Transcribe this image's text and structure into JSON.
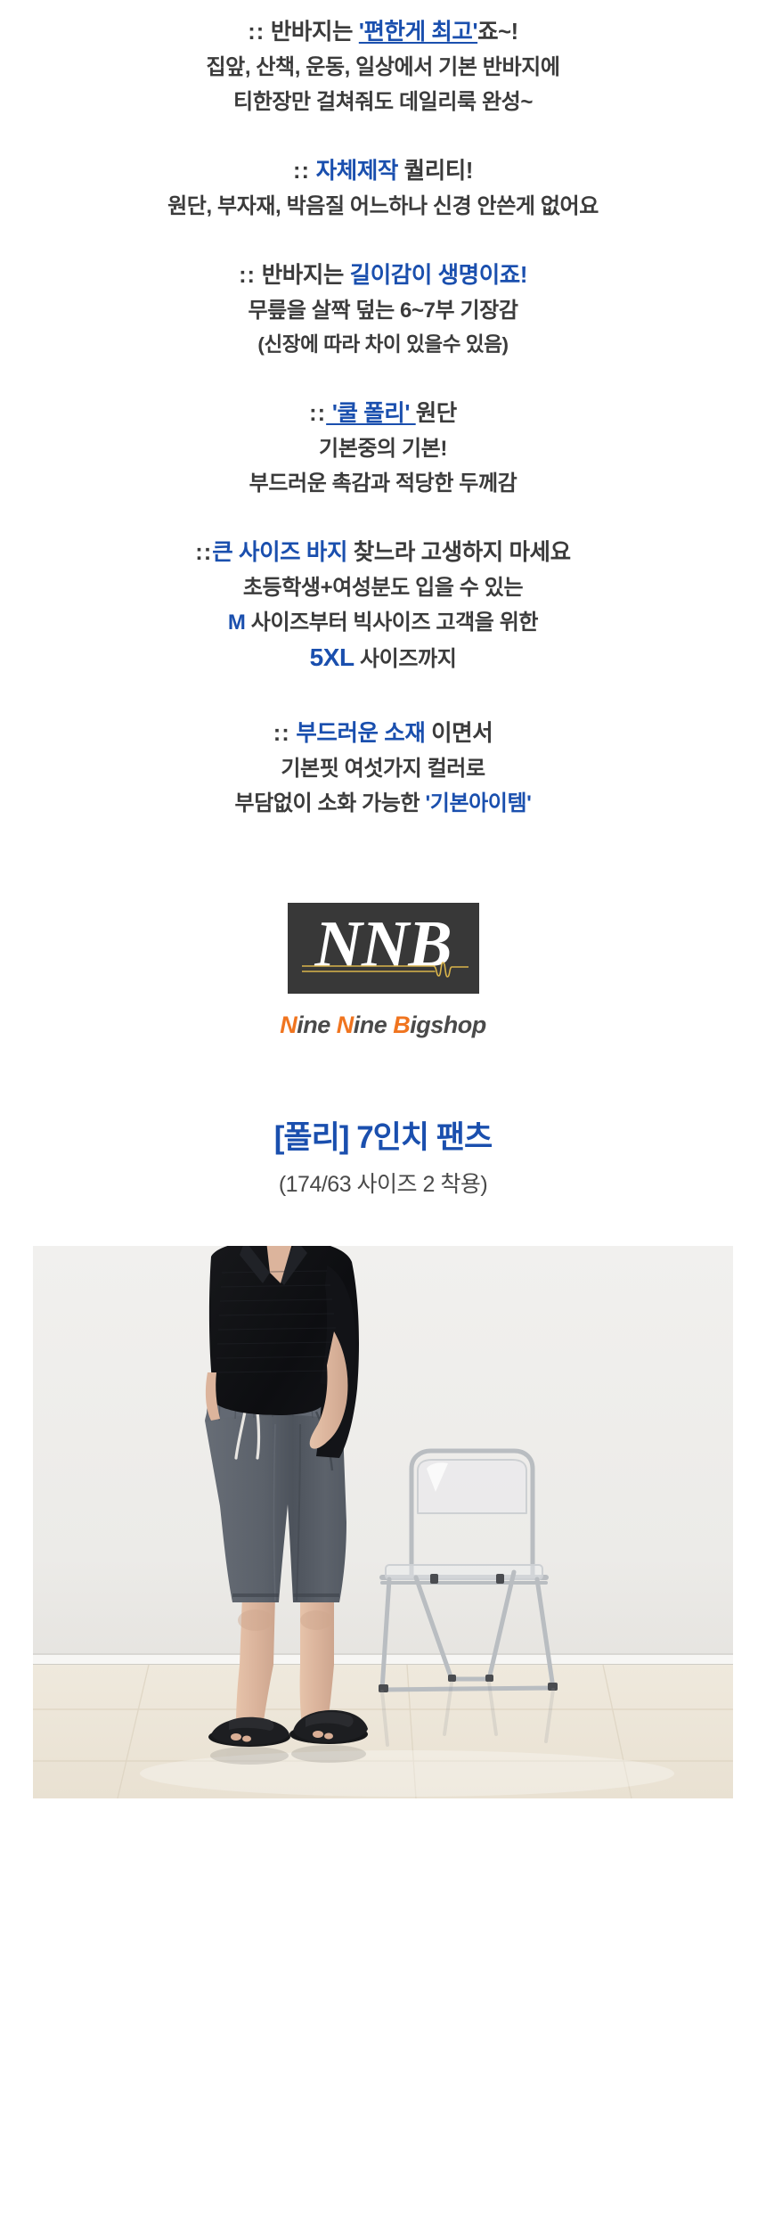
{
  "colors": {
    "highlight_blue": "#1a4fae",
    "body_gray": "#3b3b3b",
    "logo_box": "#383838",
    "logo_gold": "#d9b44a",
    "brand_orange": "#f0741f",
    "shorts_gray": "#5a6069"
  },
  "copy": {
    "block1": {
      "line1_dots": "::",
      "line1_a": " 반바지는 ",
      "line1_hl": "'편한게 최고'",
      "line1_b": "죠~!",
      "line2": "집앞, 산책, 운동, 일상에서 기본 반바지에",
      "line3": "티한장만 걸쳐줘도 데일리룩 완성~"
    },
    "block2": {
      "line1_dots": "::",
      "line1_hl": " 자체제작 ",
      "line1_b": "퀄리티!",
      "line2": "원단, 부자재, 박음질 어느하나 신경 안쓴게 없어요"
    },
    "block3": {
      "line1_dots": "::",
      "line1_a": " 반바지는 ",
      "line1_hl": "길이감이 생명이죠!",
      "line2": "무릎을 살짝 덮는 6~7부 기장감",
      "line3": "(신장에 따라 차이 있을수 있음)"
    },
    "block4": {
      "line1_dots": "::",
      "line1_hl": " '쿨 폴리' ",
      "line1_b": "원단",
      "line2": "기본중의 기본!",
      "line3": "부드러운 촉감과 적당한 두께감"
    },
    "block5": {
      "line1_dots": "::",
      "line1_hl": "큰 사이즈 바지 ",
      "line1_b": "찾느라 고생하지 마세요",
      "line2": "초등학생+여성분도 입을 수 있는",
      "line3_hl": "M",
      "line3_b": " 사이즈부터 빅사이즈 고객을 위한",
      "line4_hl": "5XL",
      "line4_b": " 사이즈까지"
    },
    "block6": {
      "line1_dots": "::",
      "line1_hl": " 부드러운 소재 ",
      "line1_b": "이면서",
      "line2": "기본핏 여섯가지 컬러로",
      "line3_a": "부담없이 소화 가능한 ",
      "line3_hl": "'기본아이템'"
    }
  },
  "logo": {
    "mark": "NNB",
    "name_part1_cap": "N",
    "name_part1_rest": "ine ",
    "name_part2_cap": "N",
    "name_part2_rest": "ine ",
    "name_part3_cap": "B",
    "name_part3_rest": "igshop"
  },
  "product": {
    "title": "[폴리] 7인치 팬츠",
    "subtitle": "(174/63 사이즈 2 착용)"
  },
  "photo": {
    "alt": "모델 착용 컷 - 차콜 그레이 7인치 반바지, 블랙 니트 카라 셔츠, 블랙 슬리퍼, 투명 폴딩 체어"
  }
}
